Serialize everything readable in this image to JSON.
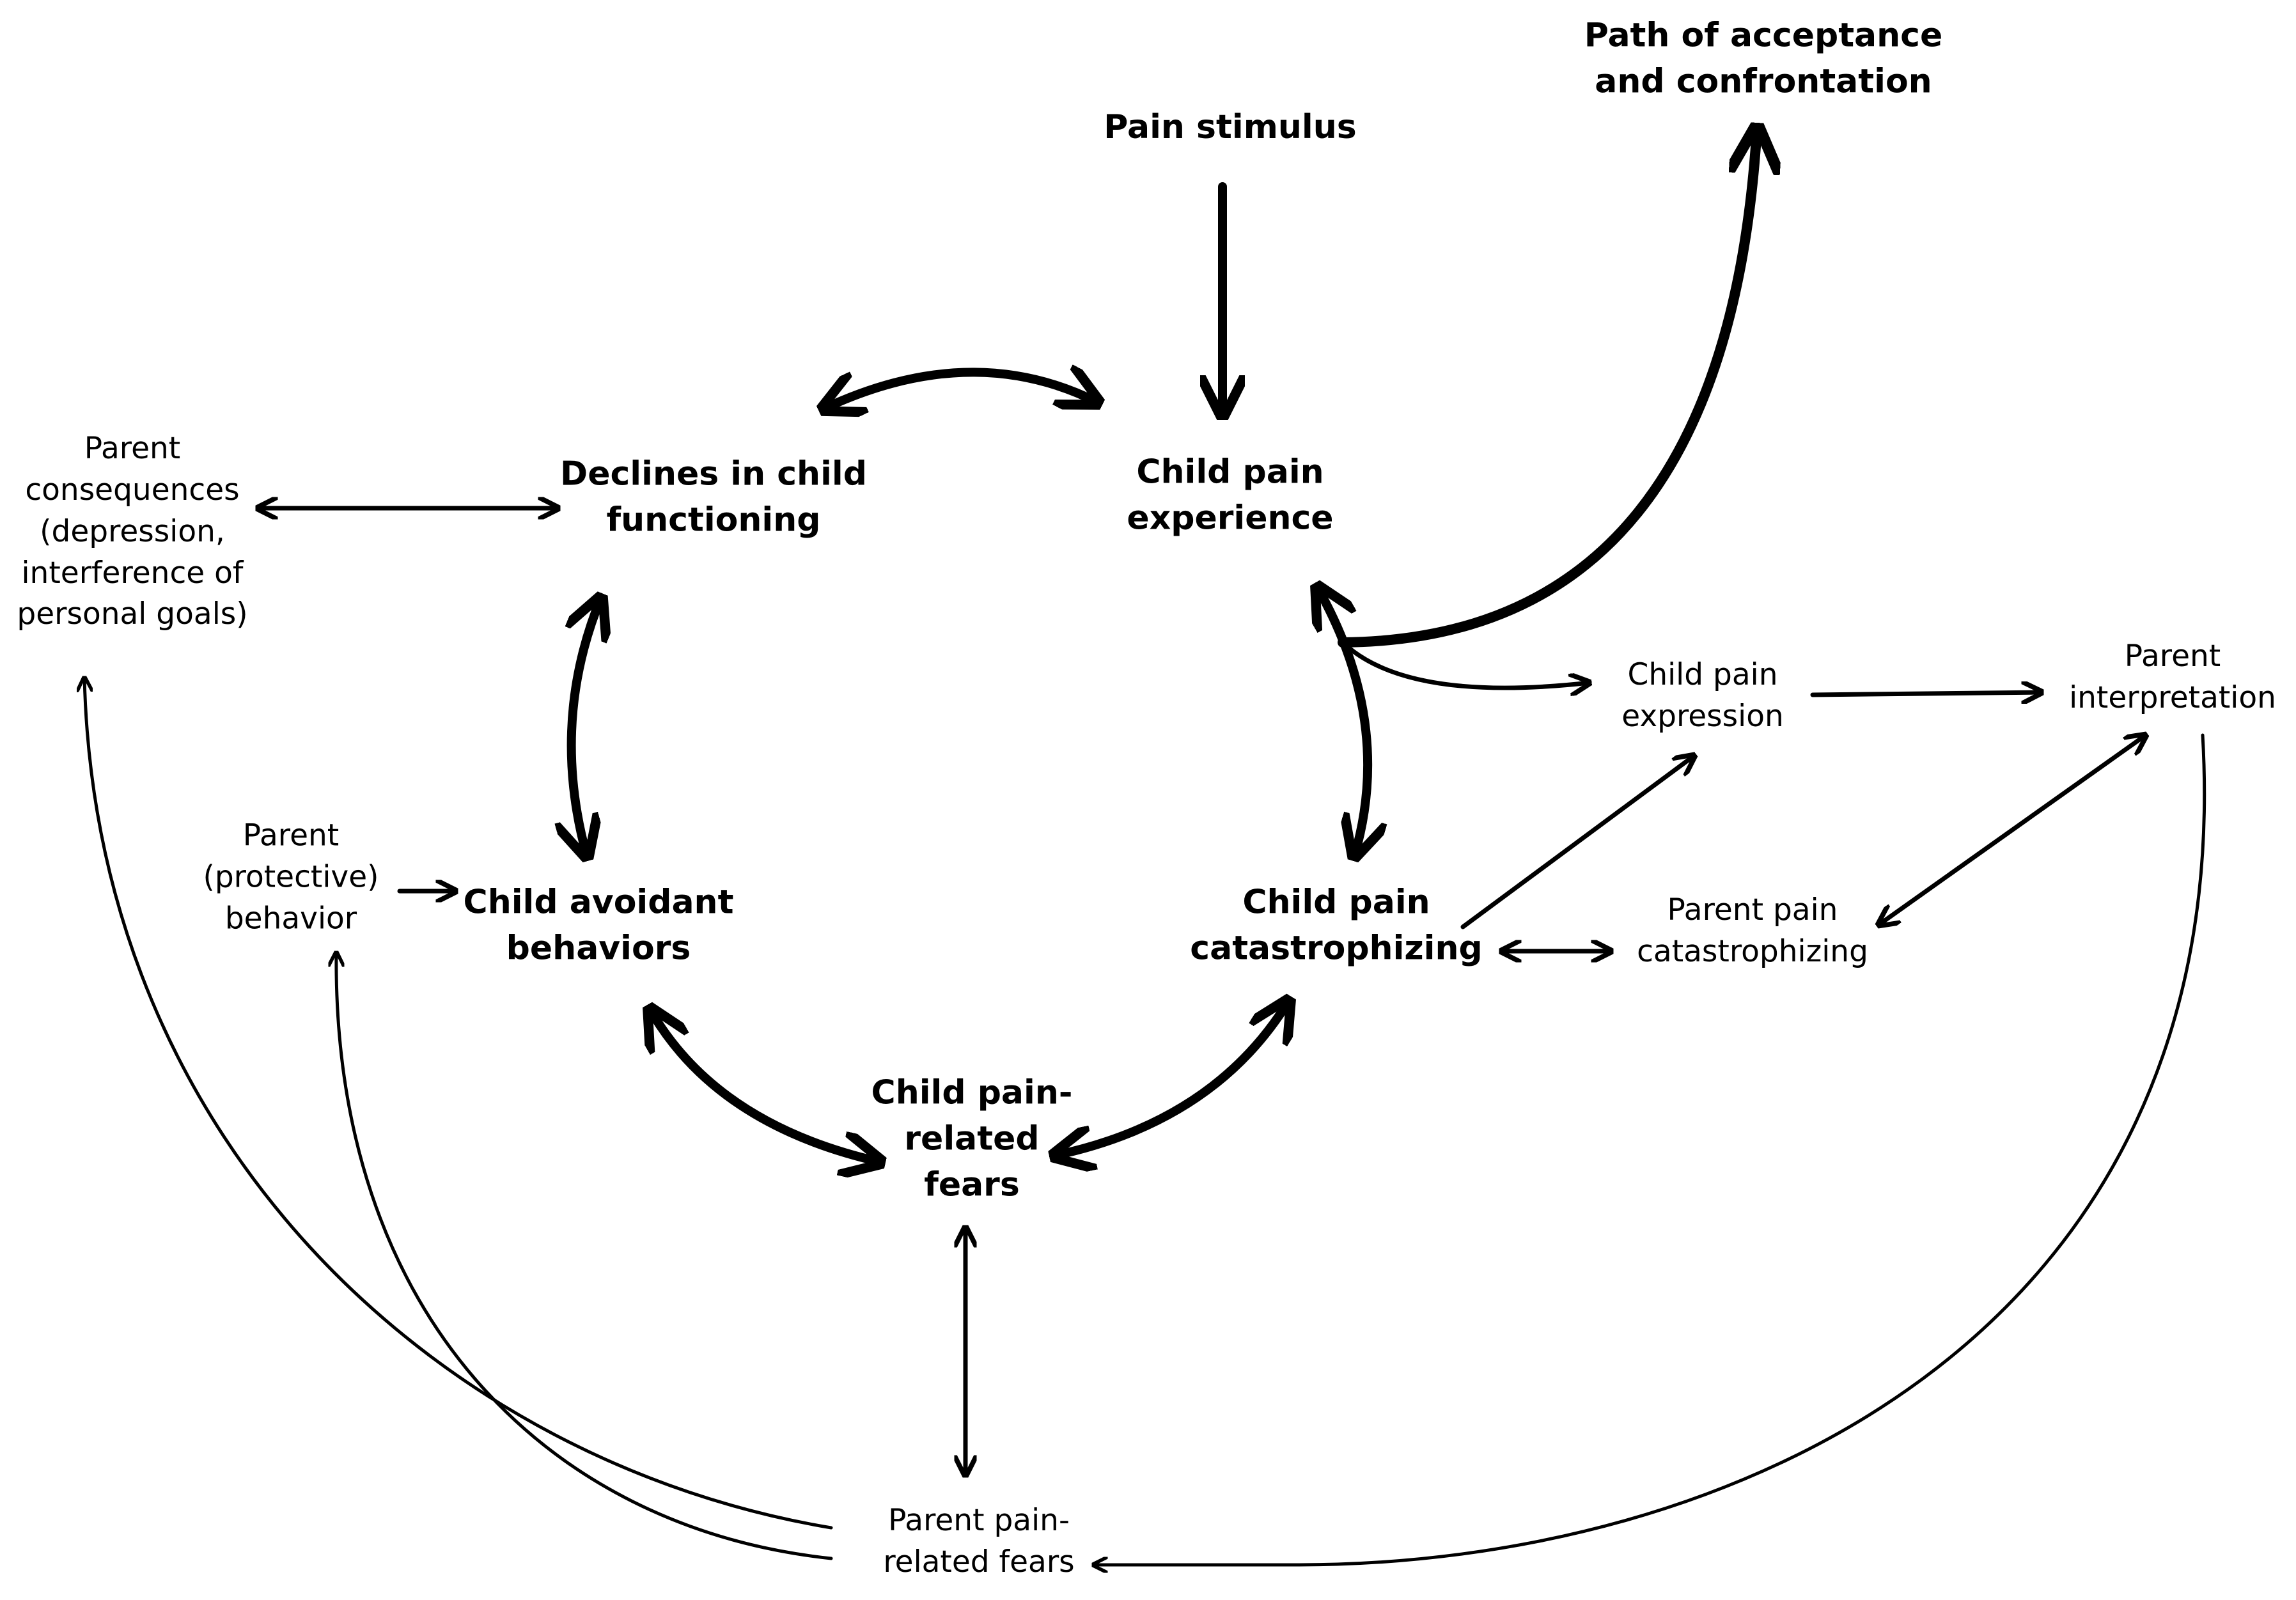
{
  "nodes": {
    "pain_stimulus": {
      "lines": [
        "Pain stimulus"
      ]
    },
    "path_acceptance": {
      "lines": [
        "Path of acceptance",
        "and confrontation"
      ]
    },
    "child_pain_experience": {
      "lines": [
        "Child pain",
        "experience"
      ]
    },
    "declines_child_functioning": {
      "lines": [
        "Declines in child",
        "functioning"
      ]
    },
    "parent_consequences": {
      "lines": [
        "Parent",
        "consequences",
        "(depression,",
        "interference of",
        "personal goals)"
      ]
    },
    "child_avoidant_behaviors": {
      "lines": [
        "Child avoidant",
        "behaviors"
      ]
    },
    "parent_protective_behavior": {
      "lines": [
        "Parent",
        "(protective)",
        "behavior"
      ]
    },
    "child_pain_catastrophizing": {
      "lines": [
        "Child pain",
        "catastrophizing"
      ]
    },
    "child_pain_related_fears": {
      "lines": [
        "Child pain-",
        "related",
        "fears"
      ]
    },
    "child_pain_expression": {
      "lines": [
        "Child pain",
        "expression"
      ]
    },
    "parent_interpretation": {
      "lines": [
        "Parent",
        "interpretation"
      ]
    },
    "parent_pain_catastrophizing": {
      "lines": [
        "Parent pain",
        "catastrophizing"
      ]
    },
    "parent_pain_related_fears": {
      "lines": [
        "Parent pain-",
        "related fears"
      ]
    }
  },
  "colors": {
    "ink": "#000000",
    "background": "#ffffff"
  }
}
